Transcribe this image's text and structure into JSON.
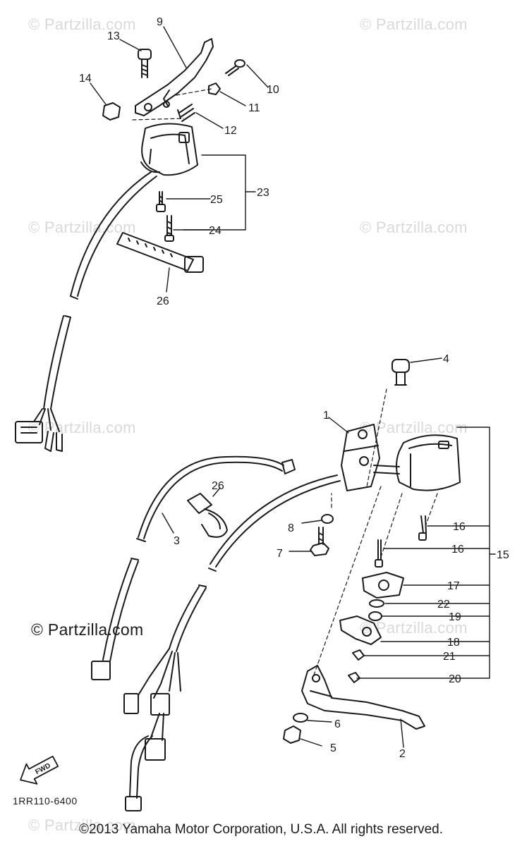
{
  "watermarks": [
    "© Partzilla.com",
    "© Partzilla.com",
    "© Partzilla.com",
    "© Partzilla.com",
    "© Partzilla.com",
    "© Partzilla.com",
    "© Partzilla.com",
    "© Partzilla.com"
  ],
  "watermark_primary": "© Partzilla.com",
  "callouts": [
    "1",
    "2",
    "3",
    "4",
    "5",
    "6",
    "7",
    "8",
    "9",
    "10",
    "11",
    "12",
    "13",
    "14",
    "15",
    "16",
    "16",
    "17",
    "18",
    "19",
    "20",
    "21",
    "22",
    "23",
    "24",
    "25",
    "26",
    "26"
  ],
  "fwd_label": "FWD",
  "diagram_code": "1RR110-6400",
  "footer": "©2013 Yamaha Motor Corporation, U.S.A. All rights reserved.",
  "colors": {
    "line": "#1a1a1a",
    "watermark": "#d9d9d9"
  }
}
